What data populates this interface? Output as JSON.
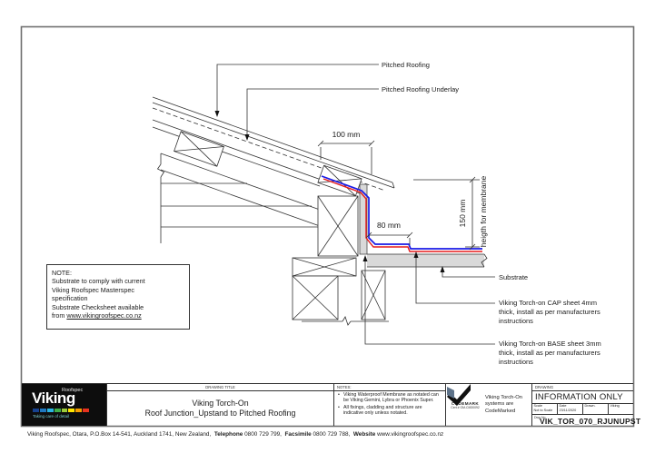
{
  "drawing": {
    "top_labels": {
      "pitched_roofing": "Pitched Roofing",
      "underlay": "Pitched Roofing Underlay"
    },
    "dims": {
      "d100": "100 mm",
      "d80": "80 mm",
      "d150": "150 mm",
      "d150_note": "heigth for membrane"
    },
    "right_labels": {
      "substrate": "Substrate",
      "cap_lines": [
        "Viking Torch-on CAP sheet 4mm",
        "thick, install as per manufacturers",
        "instructions"
      ],
      "base_lines": [
        "Viking Torch-on BASE sheet 3mm",
        "thick, install as per manufacturers",
        "instructions"
      ]
    },
    "note_box": {
      "title": "NOTE:",
      "lines": [
        "Substrate to comply with current",
        "Viking Roofspec Masterspec",
        "specification",
        "Substrate Checksheet available"
      ],
      "from_prefix": "from ",
      "link": "www.vikingroofspec.co.nz"
    }
  },
  "title_block": {
    "logo": {
      "brand": "Viking",
      "sub": "Roofspec",
      "tagline": "Taking care of detail",
      "stripe_colors": [
        "#16418f",
        "#1f78c0",
        "#2ab5e2",
        "#3fae49",
        "#9ccb3b",
        "#ffe600",
        "#f59c00",
        "#e8321f"
      ]
    },
    "drawing_title_header": "DRAWING TITLE",
    "title_line1": "Viking Torch-On",
    "title_line2": "Roof Junction_Upstand to Pitched Roofing",
    "notes_header": "NOTES:",
    "notes": [
      "Viking Waterproof Membrane as notated can be Viking Gemini, Lybra or Phoenix Super.",
      "All fixings, cladding and structure are indicative only unless notated."
    ],
    "codemark": {
      "name": "CODEMARK",
      "cert": "Cert # GM-CM30092",
      "text": "Viking Torch-On systems are CodeMarked"
    },
    "info": {
      "header": "DRAWING",
      "status": "INFORMATION ONLY",
      "cells": [
        {
          "label": "Scale",
          "value": "Not to Scale"
        },
        {
          "label": "Date",
          "value": "23/11/2020"
        },
        {
          "label": "Drawn.",
          "value": ""
        },
        {
          "label": "Viking",
          "value": ""
        }
      ],
      "dwg_label": "Dwg No.",
      "dwg_number": "VIK_TOR_070_RJUNUPST"
    }
  },
  "footer": {
    "address": "Viking Roofspec, Otara, P.O.Box 14-541, Auckland 1741, New Zealand,",
    "tel_label": "Telephone",
    "tel_value": "0800 729 799,",
    "fax_label": "Facsimile",
    "fax_value": "0800 729 788,",
    "web_label": "Website",
    "web_value": "www.vikingroofspec.co.nz"
  },
  "colors": {
    "cap_sheet_blue": "#1a1ae6",
    "base_sheet_red": "#e61a1a",
    "substrate_gray": "#d9d9d9",
    "line": "#333333",
    "logo_bg": "#0d0d0d",
    "tagline_teal": "#7ccfd0"
  }
}
